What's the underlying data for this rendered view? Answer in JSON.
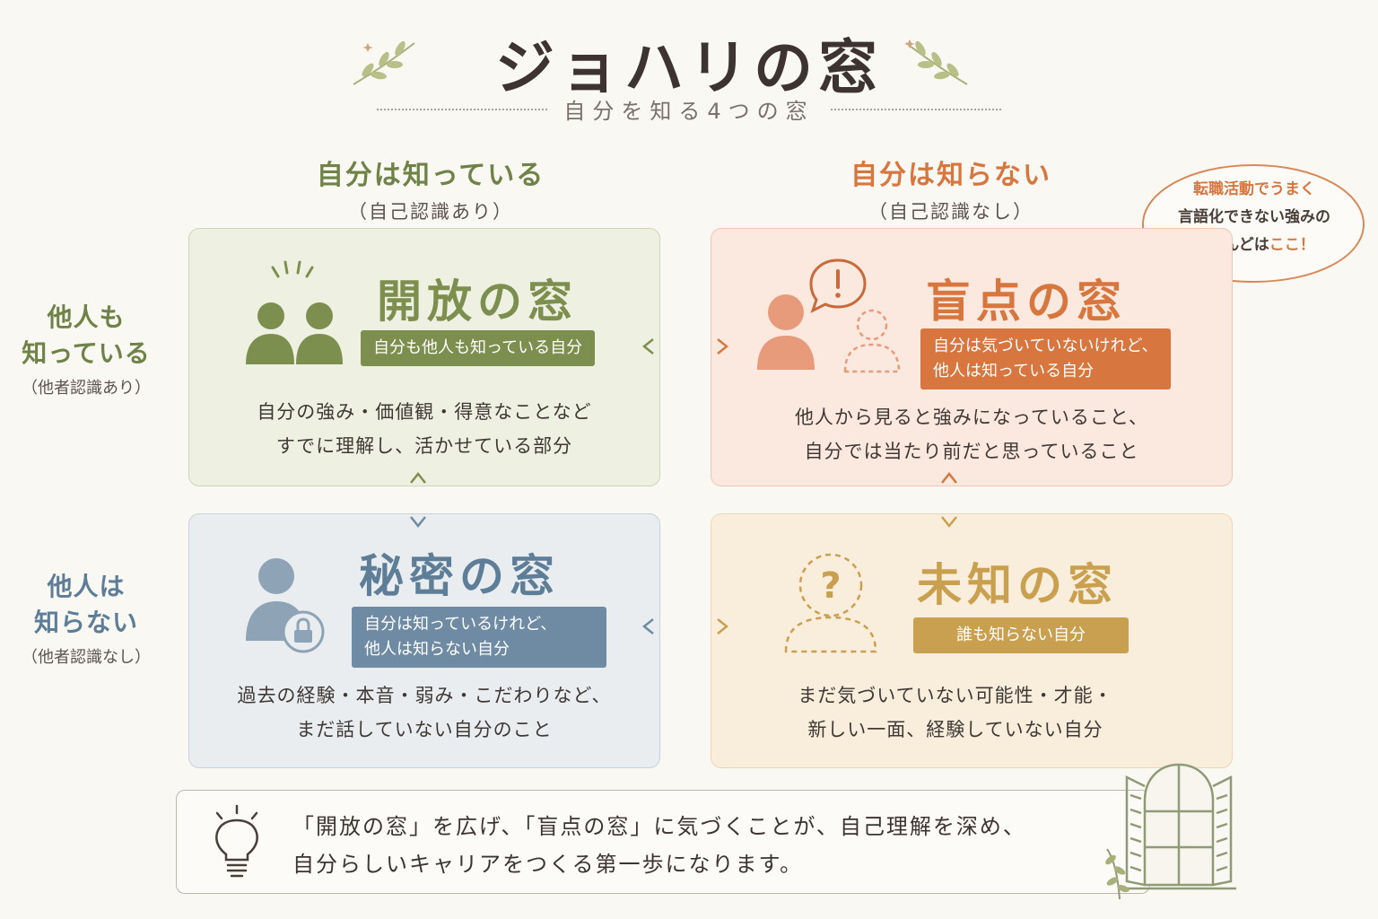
{
  "title": "ジョハリの窓",
  "subtitle": "自分を知る4つの窓",
  "columns": [
    {
      "label": "自分は知っている",
      "sub": "（自己認識あり）"
    },
    {
      "label": "自分は知らない",
      "sub": "（自己認識なし）"
    }
  ],
  "rows": [
    {
      "line1": "他人も",
      "line2": "知っている",
      "sub": "（他者認識あり）"
    },
    {
      "line1": "他人は",
      "line2": "知らない",
      "sub": "（他者認識なし）"
    }
  ],
  "bubble": {
    "line1_hl": "転職活動でうまく",
    "line2": "言語化できない強みの",
    "line3_a": "ほとんどは",
    "line3_hl": "ここ！"
  },
  "quadrants": {
    "open": {
      "title": "開放の窓",
      "tag": [
        "自分も他人も知っている自分"
      ],
      "body": [
        "自分の強み・価値観・得意なことなど",
        "すでに理解し、活かせている部分"
      ]
    },
    "blind": {
      "title": "盲点の窓",
      "tag": [
        "自分は気づいていないけれど、",
        "他人は知っている自分"
      ],
      "body": [
        "他人から見ると強みになっていること、",
        "自分では当たり前だと思っていること"
      ]
    },
    "hidden": {
      "title": "秘密の窓",
      "tag": [
        "自分は知っているけれど、",
        "他人は知らない自分"
      ],
      "body": [
        "過去の経験・本音・弱み・こだわりなど、",
        "まだ話していない自分のこと"
      ]
    },
    "unknown": {
      "title": "未知の窓",
      "tag": [
        "誰も知らない自分"
      ],
      "body": [
        "まだ気づいていない可能性・才能・",
        "新しい一面、経験していない自分"
      ]
    }
  },
  "note": [
    "「開放の窓」を広げ、「盲点の窓」に気づくことが、自己理解を深め、",
    "自分らしいキャリアをつくる第一歩になります。"
  ],
  "colors": {
    "open": "#7d8f4e",
    "blind": "#d8763f",
    "hidden": "#6f8ba3",
    "unknown": "#c9a04f"
  },
  "icons": [
    "sprig-icon",
    "people-icon",
    "person-exclamation-icon",
    "person-lock-icon",
    "question-person-icon",
    "lightbulb-icon",
    "window-icon"
  ]
}
